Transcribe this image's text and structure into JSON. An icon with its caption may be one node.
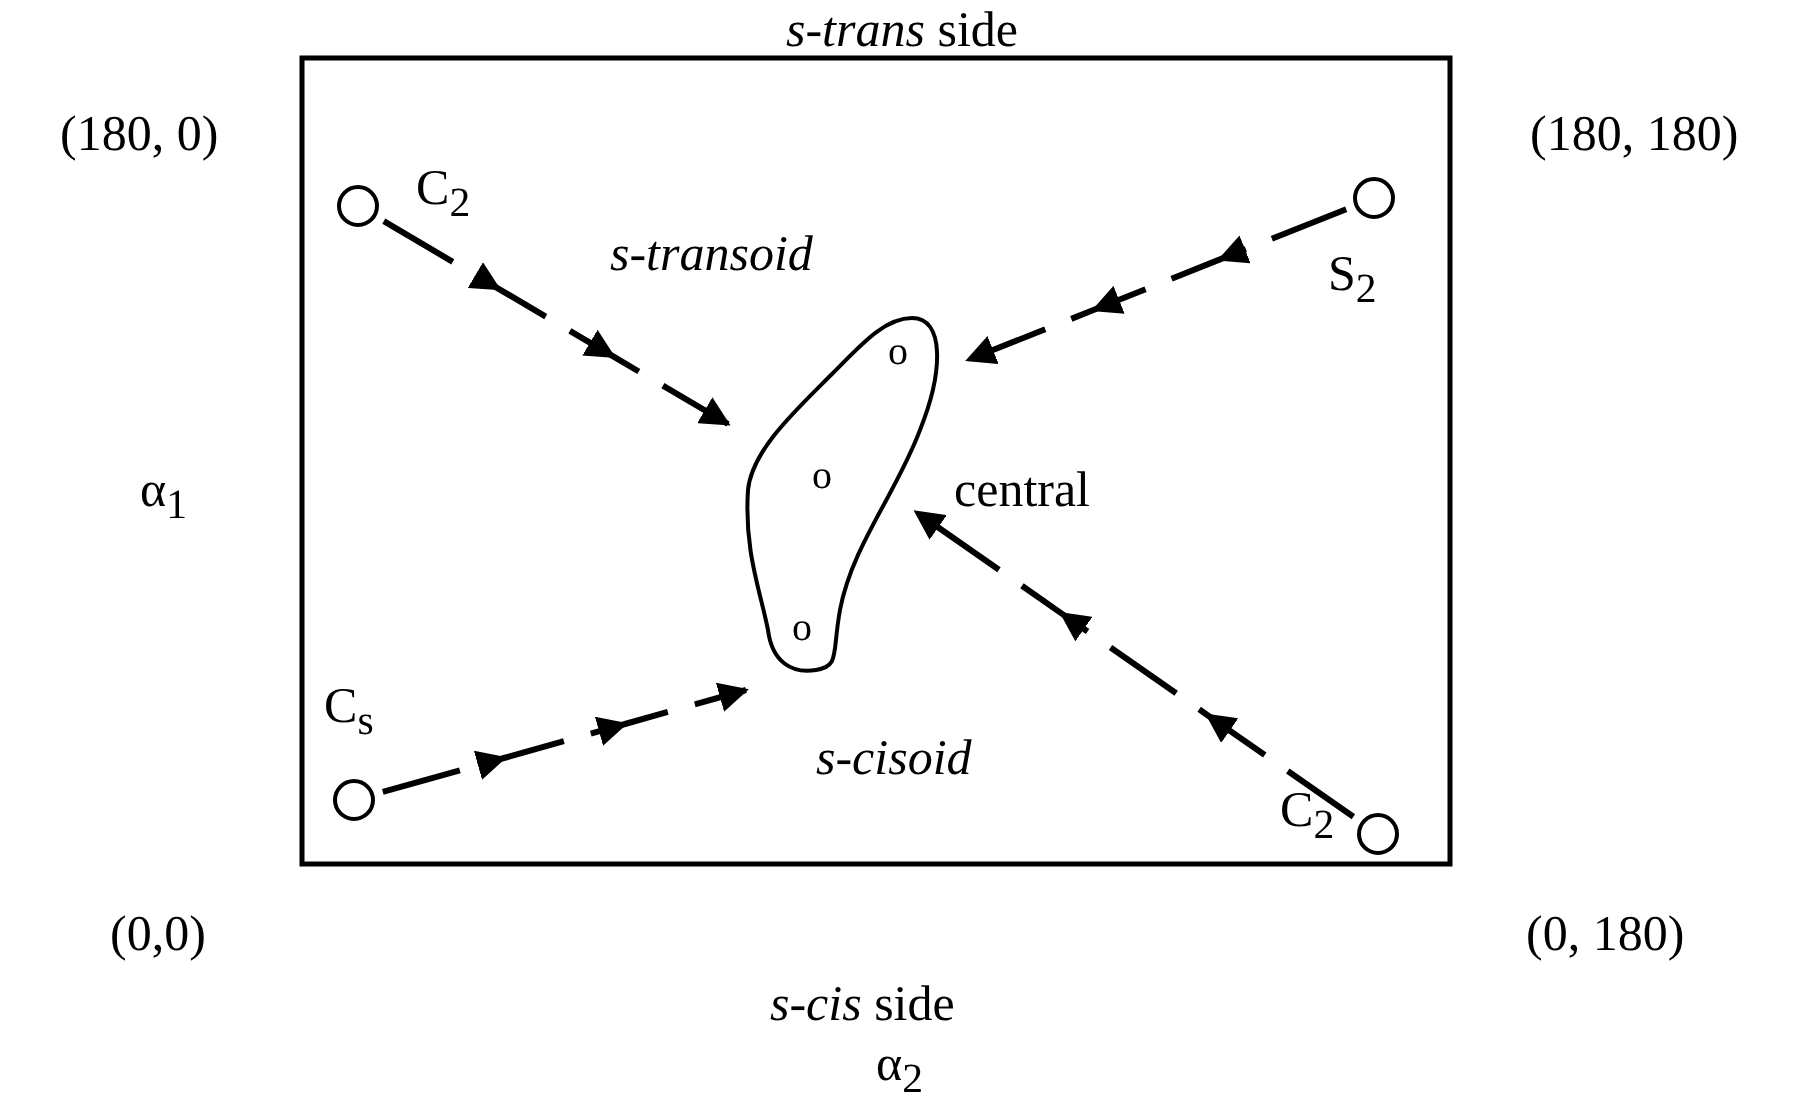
{
  "diagram": {
    "nodes": [
      {
        "text": [],
        "shape": "circle",
        "beside": [
          "C$_{2}$"
        ]
      },
      {
        "text": [],
        "shape": "circle",
        "beside": [
          "S$_{2}$"
        ]
      },
      {
        "text": [],
        "shape": "cloud",
        "beside": [
          "central"
        ]
      },
      {
        "text": [],
        "shape": "circle",
        "beside": [
          "C$_{s}$"
        ]
      },
      {
        "text": [],
        "shape": "circle",
        "beside": [
          "C$_{2}$"
        ]
      }
    ],
    "edges": [
      {
        "from": 0,
        "to": 2,
        "arrow": "to",
        "style": "dashed"
      },
      {
        "from": 1,
        "to": 2,
        "arrow": "to",
        "style": "dashed"
      },
      {
        "from": 3,
        "to": 2,
        "arrow": "to",
        "style": "dashed"
      },
      {
        "from": 4,
        "to": 2,
        "arrow": "to",
        "style": "dashed"
      }
    ],
    "labels": [
      "*s-trans* side",
      "(180, 0)",
      "(180, 180)",
      "s-transoid",
      "o",
      "α$_{1}$",
      "o",
      "o",
      "s-cisoid",
      "(0,0)",
      "(0, 180)",
      "*s-cis* side",
      "α$_{2}$"
    ]
  }
}
